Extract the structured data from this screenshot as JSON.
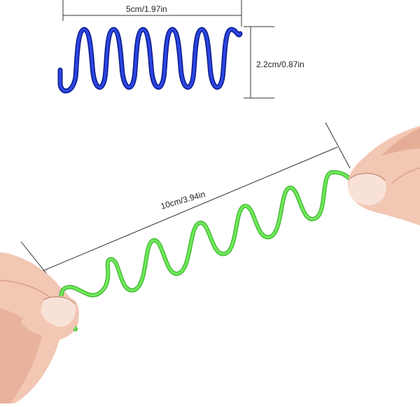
{
  "measurements": {
    "blue_length": "5cm/1.97in",
    "blue_diameter": "2.2cm/0.87in",
    "green_length": "10cm/3.94in"
  },
  "colors": {
    "blue_spring": "#1a2fc4",
    "blue_spring_dark": "#0c1a8a",
    "green_spring": "#63e24f",
    "green_spring_dark": "#3fb52f",
    "skin": "#f2c7b4",
    "skin_shadow": "#dba08a",
    "nail": "#f7ddd2",
    "line": "#333333"
  }
}
